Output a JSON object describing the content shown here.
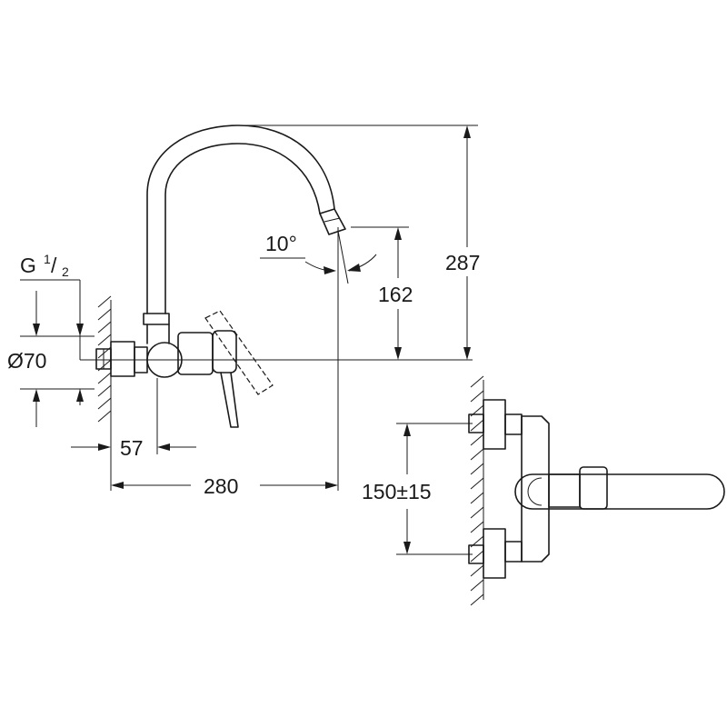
{
  "dimensions": {
    "thread_label": "G",
    "thread_numerator": "1",
    "thread_slash": "/",
    "thread_denominator": "2",
    "diameter_label": "Ø70",
    "spout_angle": "10°",
    "spout_height": "162",
    "total_height": "287",
    "wall_offset": "57",
    "spout_reach": "280",
    "inlet_spacing": "150±15"
  }
}
